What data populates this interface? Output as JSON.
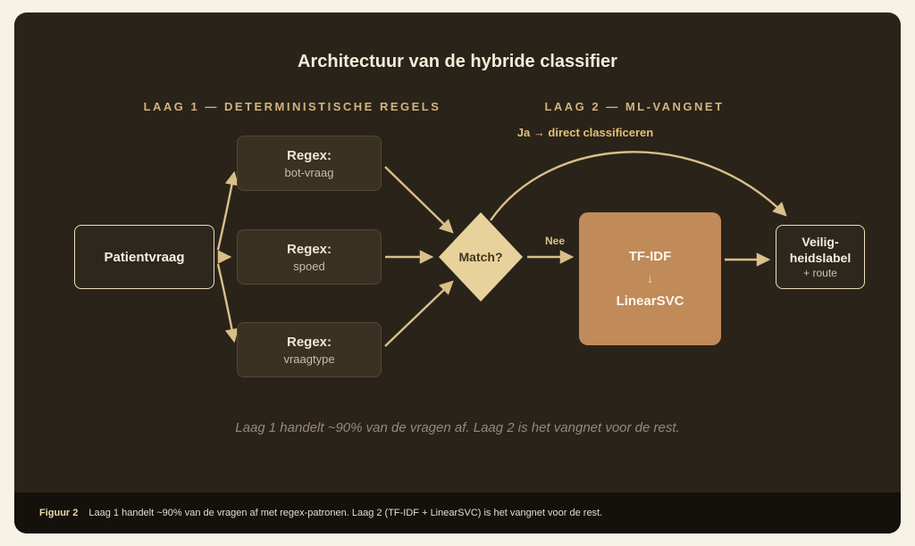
{
  "colors": {
    "page_bg": "#f7f2e6",
    "card_bg": "#2a231a",
    "accent_arrow": "#d9bf88",
    "diamond_fill": "#e8d29c",
    "ml_box_fill": "#c08a59",
    "outline_box_border": "#eedfb6",
    "section_label": "#d2b47c",
    "figure_strip_bg": "#14100c"
  },
  "title": "Architectuur van de hybride classifier",
  "sections": {
    "laag1": "LAAG 1 — DETERMINISTISCHE REGELS",
    "laag2": "LAAG 2 — ML-VANGNET"
  },
  "labels": {
    "ja": "Ja → direct classificeren",
    "nee": "Nee"
  },
  "nodes": {
    "input": {
      "label": "Patientvraag"
    },
    "regex1": {
      "title": "Regex:",
      "subtitle": "bot-vraag"
    },
    "regex2": {
      "title": "Regex:",
      "subtitle": "spoed"
    },
    "regex3": {
      "title": "Regex:",
      "subtitle": "vraagtype"
    },
    "decision": {
      "label": "Match?"
    },
    "ml": {
      "top": "TF-IDF",
      "arrow_glyph": "↓",
      "bottom": "LinearSVC"
    },
    "output": {
      "line1": "Veilig-",
      "line2": "heidslabel",
      "line3": "+ route"
    }
  },
  "caption_italic": "Laag 1 handelt ~90% van de vragen af. Laag 2 is het vangnet voor de rest.",
  "figure_caption": {
    "label": "Figuur 2",
    "text": "Laag 1 handelt ~90% van de vragen af met regex-patronen. Laag 2 (TF-IDF + LinearSVC) is het vangnet voor de rest."
  }
}
